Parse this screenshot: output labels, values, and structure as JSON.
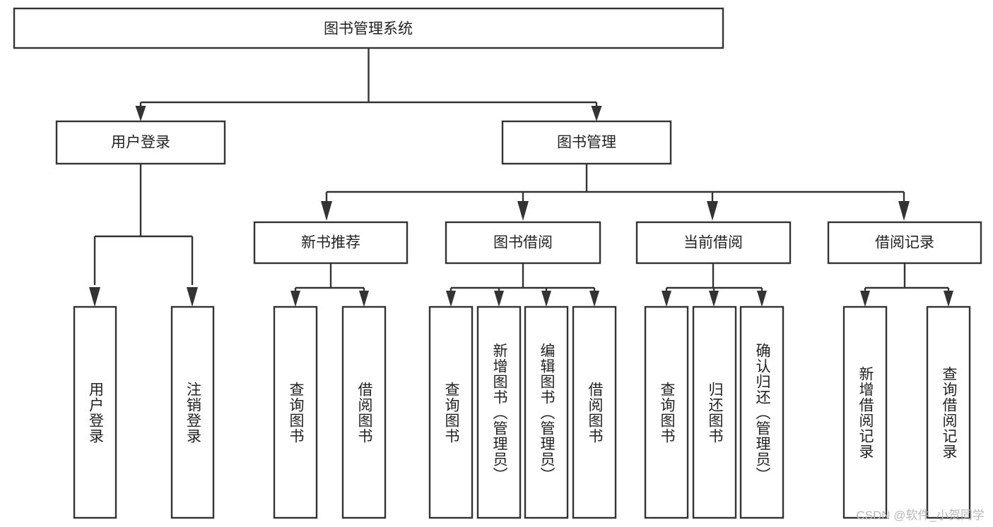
{
  "diagram": {
    "type": "tree-hierarchy",
    "title": "图书管理系统",
    "watermark": "CSDN @软件_小贺同学",
    "colors": {
      "stroke": "#333333",
      "fill": "#ffffff",
      "text": "#222222",
      "watermark": "#b9b9b9"
    },
    "levels": {
      "root": {
        "label": "图书管理系统"
      },
      "level2": [
        {
          "label": "用户登录"
        },
        {
          "label": "图书管理"
        }
      ],
      "level3": [
        {
          "label": "新书推荐"
        },
        {
          "label": "图书借阅"
        },
        {
          "label": "当前借阅"
        },
        {
          "label": "借阅记录"
        }
      ]
    },
    "leaves": {
      "user_login": [
        {
          "label": "用户登录"
        },
        {
          "label": "注销登录"
        }
      ],
      "new_book_recommend": [
        {
          "label": "查询图书"
        },
        {
          "label": "借阅图书"
        }
      ],
      "book_borrow": [
        {
          "label": "查询图书"
        },
        {
          "label": "新增图书（管理员）"
        },
        {
          "label": "编辑图书（管理员）"
        },
        {
          "label": "借阅图书"
        }
      ],
      "current_borrow": [
        {
          "label": "查询图书"
        },
        {
          "label": "归还图书"
        },
        {
          "label": "确认归还（管理员）"
        }
      ],
      "borrow_record": [
        {
          "label": "新增借阅记录"
        },
        {
          "label": "查询借阅记录"
        }
      ]
    }
  }
}
